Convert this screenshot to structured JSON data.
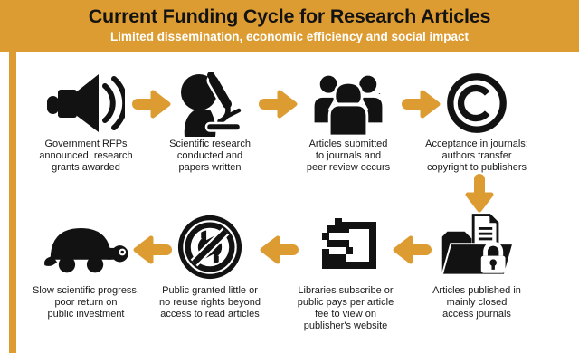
{
  "colors": {
    "accent_orange": "#DD9C32",
    "icon_black": "#121212",
    "title_text": "#131313",
    "subtitle_text": "#FFFFFF",
    "canvas": "#FFFFFF"
  },
  "header": {
    "title": "Current Funding Cycle for Research Articles",
    "subtitle": "Limited dissemination, economic efficiency and social impact"
  },
  "steps": [
    {
      "icon": "announcement-speaker-icon",
      "caption": "Government RFPs\nannounced, research\ngrants awarded"
    },
    {
      "icon": "researcher-microscope-icon",
      "caption": "Scientific research\nconducted and\npapers written"
    },
    {
      "icon": "peer-review-group-icon",
      "caption": "Articles submitted\nto journals and\npeer review occurs"
    },
    {
      "icon": "copyright-icon",
      "caption": "Acceptance in journals;\nauthors transfer\ncopyright to publishers"
    },
    {
      "icon": "locked-folder-icon",
      "caption": "Articles published in\nmainly closed\naccess journals"
    },
    {
      "icon": "paywall-dollar-icon",
      "caption": "Libraries subscribe or\npublic pays per article\nfee to view on\npublisher's website"
    },
    {
      "icon": "no-reuse-icon",
      "caption": "Public granted little or\nno reuse rights beyond\naccess to read articles"
    },
    {
      "icon": "turtle-icon",
      "caption": "Slow scientific progress,\npoor return on\npublic investment"
    }
  ],
  "arrows": {
    "style": "rounded-orange-arrow",
    "right_arrows": 3,
    "down_arrows": 1,
    "left_arrows": 3
  }
}
